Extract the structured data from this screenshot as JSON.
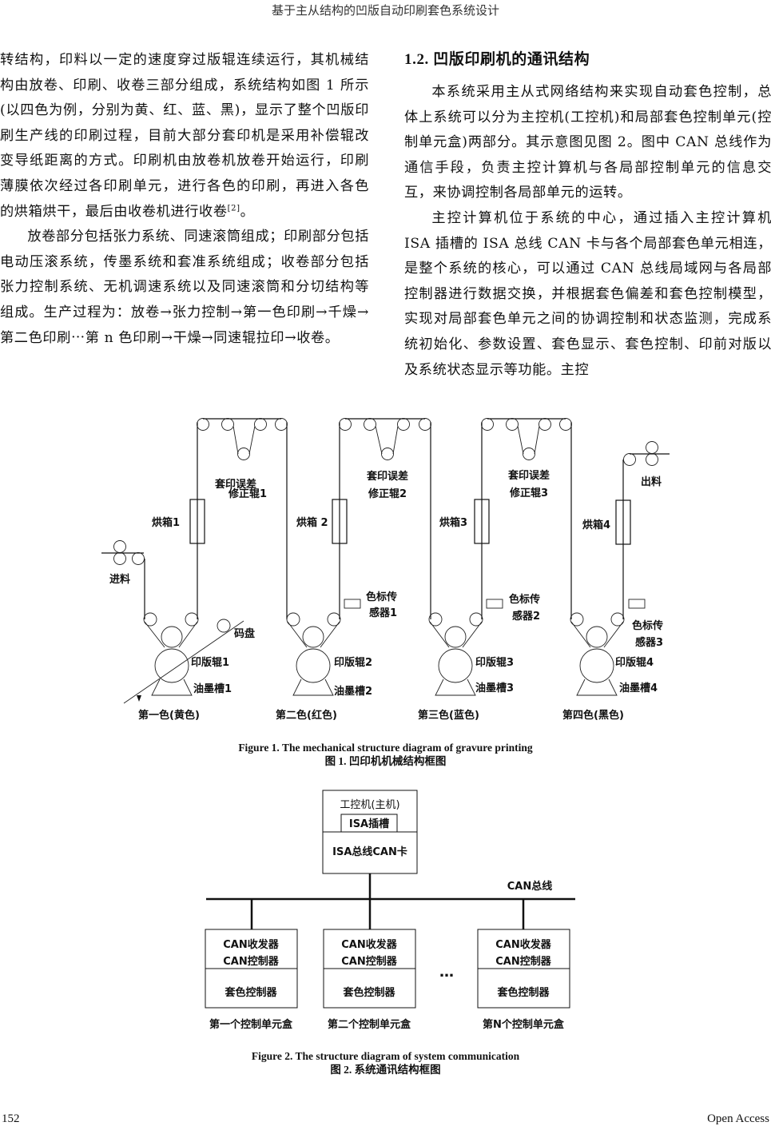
{
  "header": {
    "running_title": "基于主从结构的凹版自动印刷套色系统设计"
  },
  "left_column": {
    "paragraphs": [
      "转结构，印料以一定的速度穿过版辊连续运行，其机械结构由放卷、印刷、收卷三部分组成，系统结构如图 1 所示(以四色为例，分别为黄、红、蓝、黑)，显示了整个凹版印刷生产线的印刷过程，目前大部分套印机是采用补偿辊改变导纸距离的方式。印刷机由放卷机放卷开始运行，印刷薄膜依次经过各印刷单元，进行各色的印刷，再进入各色的烘箱烘干，最后由收卷机进行收卷",
      "放卷部分包括张力系统、同速滚筒组成；印刷部分包括电动压滚系统，传墨系统和套准系统组成；收卷部分包括张力控制系统、无机调速系统以及同速滚筒和分切结构等组成。生产过程为：放卷→张力控制→第一色印刷→千燥→第二色印刷⋯第 n 色印刷→干燥→同速辊拉印→收卷。"
    ],
    "citation": "[2]",
    "para1_end": "。"
  },
  "right_column": {
    "section_title": "1.2.  凹版印刷机的通讯结构",
    "paragraphs": [
      "本系统采用主从式网络结构来实现自动套色控制，总体上系统可以分为主控机(工控机)和局部套色控制单元(控制单元盒)两部分。其示意图见图 2。图中 CAN 总线作为通信手段，负责主控计算机与各局部控制单元的信息交互，来协调控制各局部单元的运转。",
      "主控计算机位于系统的中心，通过插入主控计算机 ISA 插槽的 ISA 总线 CAN 卡与各个局部套色单元相连，是整个系统的核心，可以通过 CAN 总线局域网与各局部控制器进行数据交换，并根据套色偏差和套色控制模型，实现对局部套色单元之间的协调控制和状态监测，完成系统初始化、参数设置、套色显示、套色控制、印前对版以及系统状态显示等功能。主控"
    ]
  },
  "figure1": {
    "caption_en": "Figure 1. The mechanical structure diagram of gravure printing",
    "caption_zh": "图 1.  凹印机机械结构框图",
    "infeed": "进料",
    "outfeed": "出料",
    "encoder": "码盘",
    "units": [
      {
        "correction_a": "套印误差",
        "correction_b": "修正辊1",
        "oven": "烘箱1",
        "plate": "印版辊1",
        "ink": "油墨槽1",
        "color": "第一色(黄色)"
      },
      {
        "correction_a": "套印误差",
        "correction_b": "修正辊2",
        "oven": "烘箱 2",
        "plate": "印版辊2",
        "ink": "油墨槽2",
        "color": "第二色(红色)",
        "sensor_a": "色标传",
        "sensor_b": "感器1"
      },
      {
        "correction_a": "套印误差",
        "correction_b": "修正辊3",
        "oven": "烘箱3",
        "plate": "印版辊3",
        "ink": "油墨槽3",
        "color": "第三色(蓝色)",
        "sensor_a": "色标传",
        "sensor_b": "感器2"
      },
      {
        "oven": "烘箱4",
        "plate": "印版辊4",
        "ink": "油墨槽4",
        "color": "第四色(黑色)",
        "sensor_a": "色标传",
        "sensor_b": "感器3"
      }
    ]
  },
  "figure2": {
    "caption_en": "Figure 2. The structure diagram of system communication",
    "caption_zh": "图 2.  系统通讯结构框图",
    "host_title": "工控机(主机)",
    "isa_slot": "ISA插槽",
    "can_card": "ISA总线CAN卡",
    "bus_label": "CAN总线",
    "ellipsis": "…",
    "nodes": [
      {
        "transceiver": "CAN收发器",
        "controller": "CAN控制器",
        "register": "套色控制器",
        "name": "第一个控制单元盒"
      },
      {
        "transceiver": "CAN收发器",
        "controller": "CAN控制器",
        "register": "套色控制器",
        "name": "第二个控制单元盒"
      },
      {
        "transceiver": "CAN收发器",
        "controller": "CAN控制器",
        "register": "套色控制器",
        "name": "第N个控制单元盒"
      }
    ]
  },
  "footer": {
    "page_number": "152",
    "publisher": "Open Access"
  }
}
